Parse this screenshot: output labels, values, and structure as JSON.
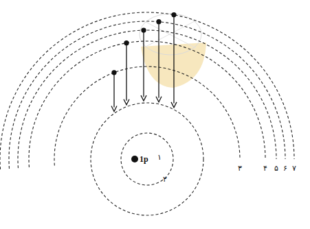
{
  "diagram": {
    "labels": [
      "1p",
      "۱",
      "۲",
      "۳",
      "۴",
      "۵",
      "۶",
      "۷"
    ]
  }
}
